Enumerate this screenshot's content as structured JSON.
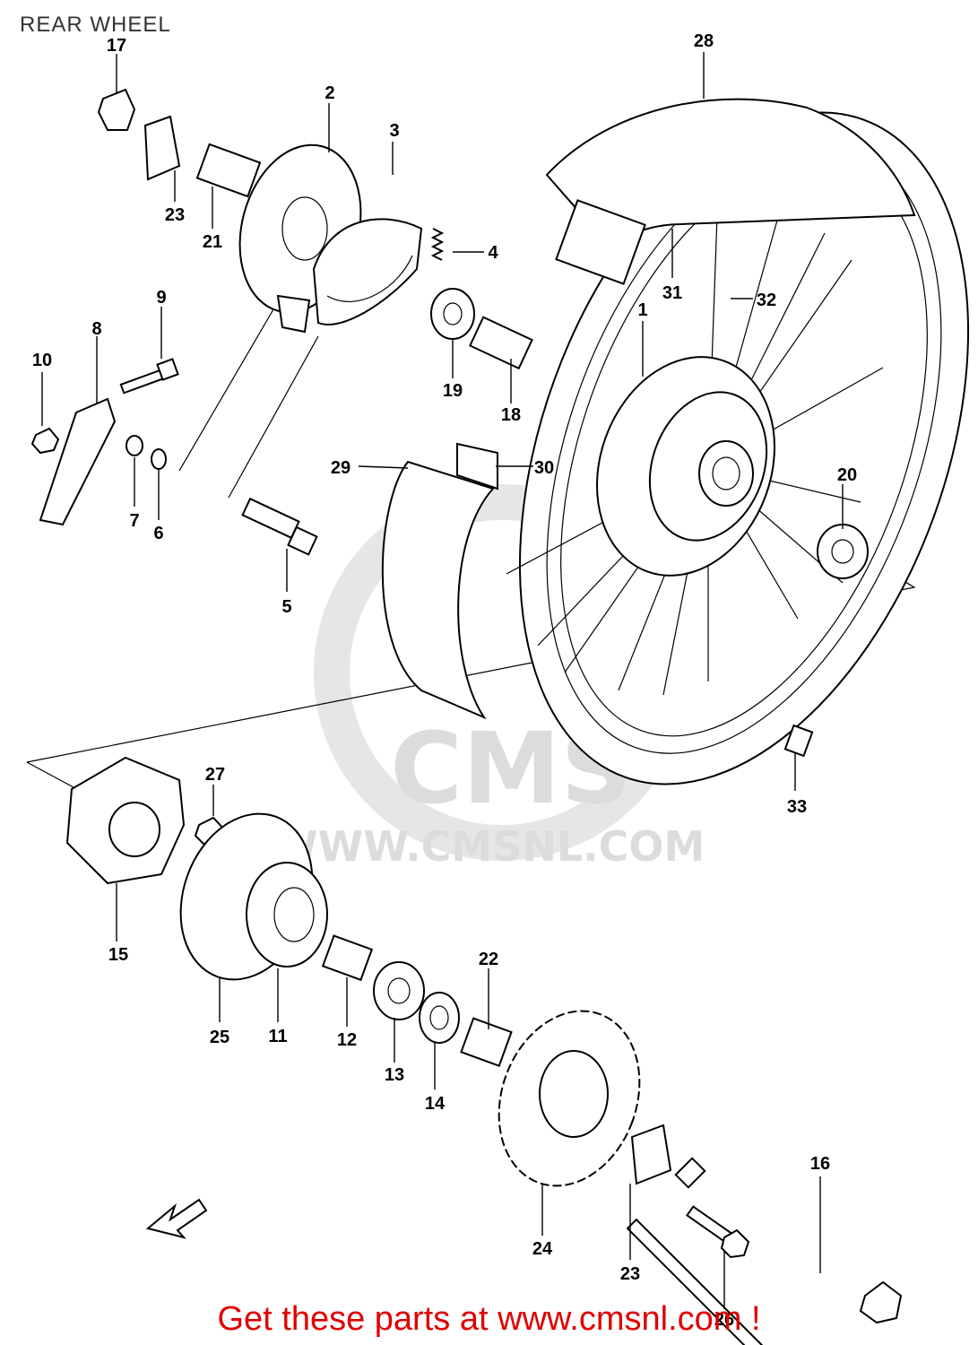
{
  "title": "REAR WHEEL",
  "watermark": {
    "brand": "CMS",
    "url": "WWW.CMSNL.COM"
  },
  "footer": "Get these parts at www.cmsnl.com !",
  "callouts": [
    "1",
    "2",
    "3",
    "4",
    "5",
    "6",
    "7",
    "8",
    "9",
    "10",
    "11",
    "12",
    "13",
    "14",
    "15",
    "16",
    "17",
    "18",
    "19",
    "20",
    "21",
    "22",
    "23",
    "24",
    "25",
    "26",
    "27",
    "28",
    "29",
    "30",
    "31",
    "32",
    "33"
  ],
  "colors": {
    "line": "#000000",
    "watermark": "#dcdcdc",
    "footer": "#e00000"
  }
}
